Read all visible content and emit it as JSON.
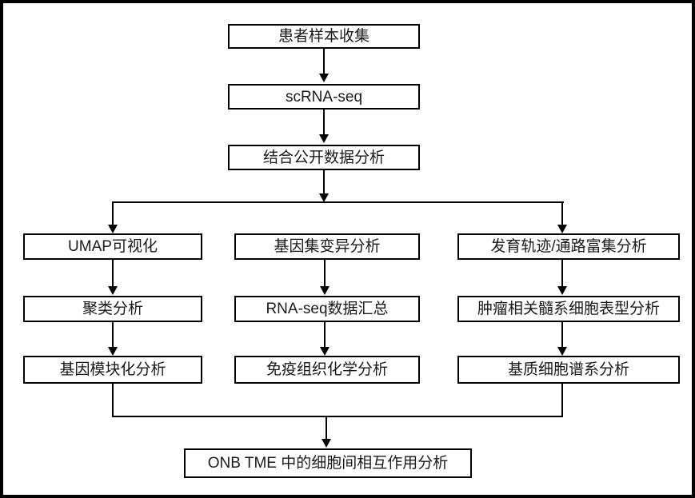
{
  "diagram": {
    "nodes": [
      {
        "id": "patient-sample-collection",
        "label": "患者样本收集"
      },
      {
        "id": "scrna-seq",
        "label": "scRNA-seq"
      },
      {
        "id": "combined-public-data-analysis",
        "label": "结合公开数据分析"
      },
      {
        "id": "umap-visualization",
        "label": "UMAP可视化"
      },
      {
        "id": "clustering-analysis",
        "label": "聚类分析"
      },
      {
        "id": "gene-module-analysis",
        "label": "基因模块化分析"
      },
      {
        "id": "gene-set-variation-analysis",
        "label": "基因集变异分析"
      },
      {
        "id": "rna-seq-data-summary",
        "label": "RNA-seq数据汇总"
      },
      {
        "id": "immunohistochemistry-analysis",
        "label": "免疫组织化学分析"
      },
      {
        "id": "developmental-trajectory-pathway-enrichment",
        "label": "发育轨迹/通路富集分析"
      },
      {
        "id": "tumor-associated-myeloid-phenotype-analysis",
        "label": "肿瘤相关髓系细胞表型分析"
      },
      {
        "id": "stromal-cell-lineage-analysis",
        "label": "基质细胞谱系分析"
      },
      {
        "id": "onb-tme-cell-interaction-analysis",
        "label": "ONB TME 中的细胞间相互作用分析"
      }
    ],
    "colors": {
      "line": "#000000",
      "box_border": "#000000",
      "background": "#ffffff",
      "text": "#1a1a1a"
    }
  }
}
